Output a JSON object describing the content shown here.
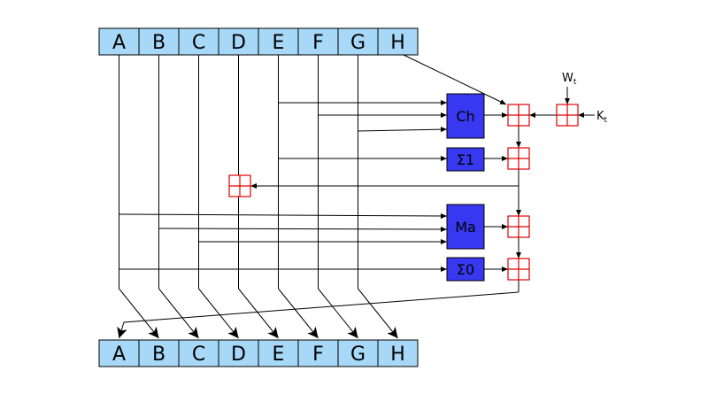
{
  "colors": {
    "register_fill": "#a8d8f8",
    "op_fill": "#3838f0",
    "adder_stroke": "#e00000",
    "line": "#000000"
  },
  "registers_top": [
    "A",
    "B",
    "C",
    "D",
    "E",
    "F",
    "G",
    "H"
  ],
  "registers_bottom": [
    "A",
    "B",
    "C",
    "D",
    "E",
    "F",
    "G",
    "H"
  ],
  "ops": {
    "ch": "Ch",
    "sigma1": "Σ1",
    "ma": "Ma",
    "sigma0": "Σ0"
  },
  "inputs": {
    "w": "W",
    "w_sub": "t",
    "k": "K",
    "k_sub": "t"
  }
}
